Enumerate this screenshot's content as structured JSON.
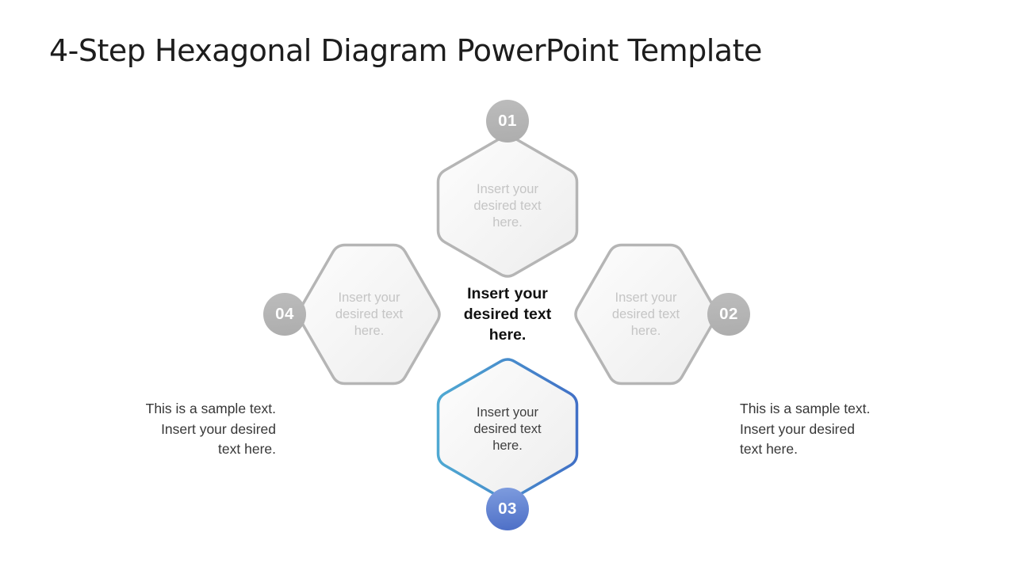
{
  "slide": {
    "title": "4-Step Hexagonal Diagram PowerPoint Template",
    "center_label": "Insert your\ndesired text\nhere.",
    "steps": [
      {
        "id": "01",
        "position": "top",
        "state": "inactive",
        "label": "Insert your\ndesired text\nhere."
      },
      {
        "id": "02",
        "position": "right",
        "state": "inactive",
        "label": "Insert your\ndesired text\nhere."
      },
      {
        "id": "03",
        "position": "bottom",
        "state": "active",
        "label": "Insert your\ndesired text\nhere."
      },
      {
        "id": "04",
        "position": "left",
        "state": "inactive",
        "label": "Insert your\ndesired text\nhere."
      }
    ],
    "notes": {
      "left": "This is a sample text.\nInsert your desired\ntext here.",
      "right": "This is a sample text.\nInsert your desired\ntext here."
    },
    "colors": {
      "accent_blue": "#4472c4",
      "accent_teal": "#4fa9d2",
      "inactive_gray": "#b3b3b3",
      "hex_fill_light": "#fdfdfd",
      "hex_fill_dark": "#ededed",
      "title_text": "#1d1d1d",
      "muted_text": "#c5c5c5",
      "body_text": "#3f3f3f"
    }
  }
}
